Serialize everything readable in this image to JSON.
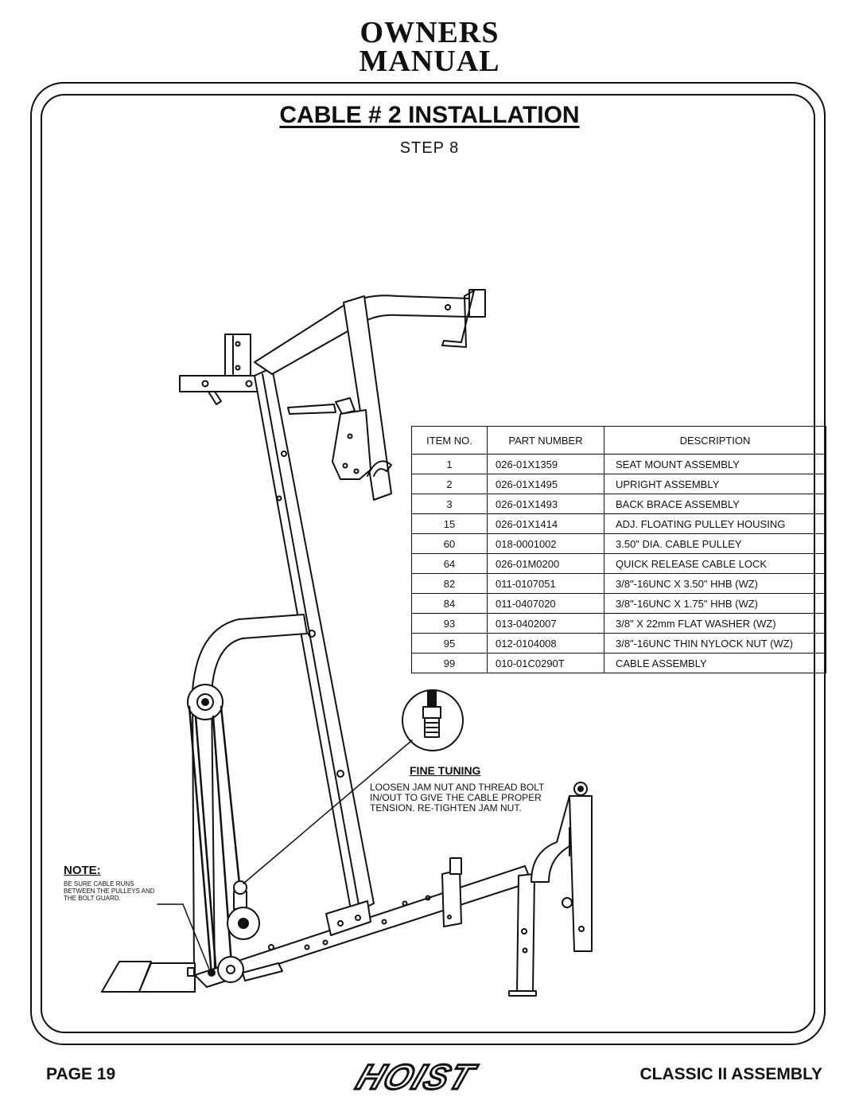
{
  "header": {
    "line1": "OWNERS",
    "line2": "MANUAL"
  },
  "title": "CABLE # 2 INSTALLATION",
  "step": "STEP 8",
  "parts_table": {
    "headers": [
      "ITEM NO.",
      "PART NUMBER",
      "DESCRIPTION"
    ],
    "rows": [
      [
        "1",
        "026-01X1359",
        "SEAT MOUNT ASSEMBLY"
      ],
      [
        "2",
        "026-01X1495",
        "UPRIGHT ASSEMBLY"
      ],
      [
        "3",
        "026-01X1493",
        "BACK BRACE ASSEMBLY"
      ],
      [
        "15",
        "026-01X1414",
        "ADJ. FLOATING PULLEY HOUSING"
      ],
      [
        "60",
        "018-0001002",
        "3.50\" DIA. CABLE PULLEY"
      ],
      [
        "64",
        "026-01M0200",
        "QUICK RELEASE CABLE LOCK"
      ],
      [
        "82",
        "011-0107051",
        "3/8\"-16UNC X 3.50\" HHB (WZ)"
      ],
      [
        "84",
        "011-0407020",
        "3/8\"-16UNC X 1.75\" HHB (WZ)"
      ],
      [
        "93",
        "013-0402007",
        "3/8\" X 22mm FLAT WASHER (WZ)"
      ],
      [
        "95",
        "012-0104008",
        "3/8\"-16UNC THIN NYLOCK NUT (WZ)"
      ],
      [
        "99",
        "010-01C0290T",
        "CABLE ASSEMBLY"
      ]
    ]
  },
  "fine_tuning": {
    "title": "FINE TUNING",
    "text": "LOOSEN JAM NUT AND THREAD BOLT IN/OUT TO GIVE THE CABLE PROPER TENSION.  RE-TIGHTEN JAM NUT."
  },
  "note": {
    "title": "NOTE:",
    "text": "BE SURE CABLE RUNS BETWEEN THE PULLEYS AND THE BOLT GUARD."
  },
  "footer": {
    "page": "PAGE 19",
    "logo": "HOIST",
    "section": "CLASSIC II ASSEMBLY"
  }
}
